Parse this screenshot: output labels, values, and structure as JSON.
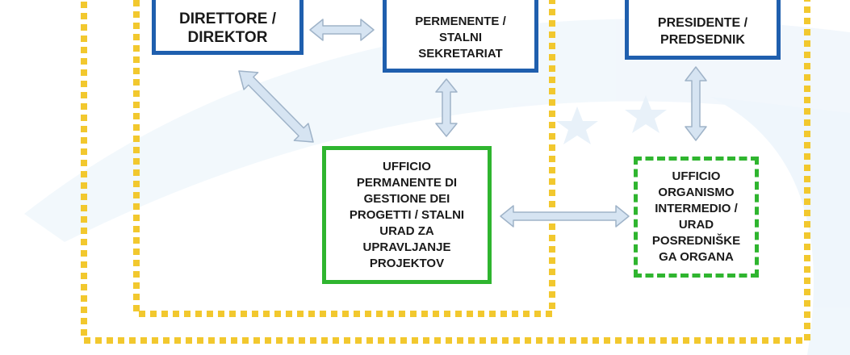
{
  "boxes": {
    "direttore": "DIRETTORE /\nDIREKTOR",
    "segretariato": "PERMENENTE /\nSTALNI\nSEKRETARIAT",
    "presidente": "PRESIDENTE /\nPREDSEDNIK",
    "ufficio": "UFFICIO\nPERMANENTE DI\nGESTIONE DEI\nPROGETTI / STALNI\nURAD ZA\nUPRAVLJANJE\nPROJEKTOV",
    "organismo": "UFFICIO\nORGANISMO\nINTERMEDIO /\nURAD\nPOSREDNIŠKE\nGA ORGANA"
  },
  "colors": {
    "yellow_dotted_border": "#f2c82e",
    "blue_border": "#1f5fae",
    "green_border": "#2fb52f",
    "arrow_fill": "#d6e4f2",
    "arrow_stroke": "#9fb3c8",
    "background_logo": "#eef6fc"
  },
  "icons": {
    "background": "faint-star-swoosh-logo"
  }
}
